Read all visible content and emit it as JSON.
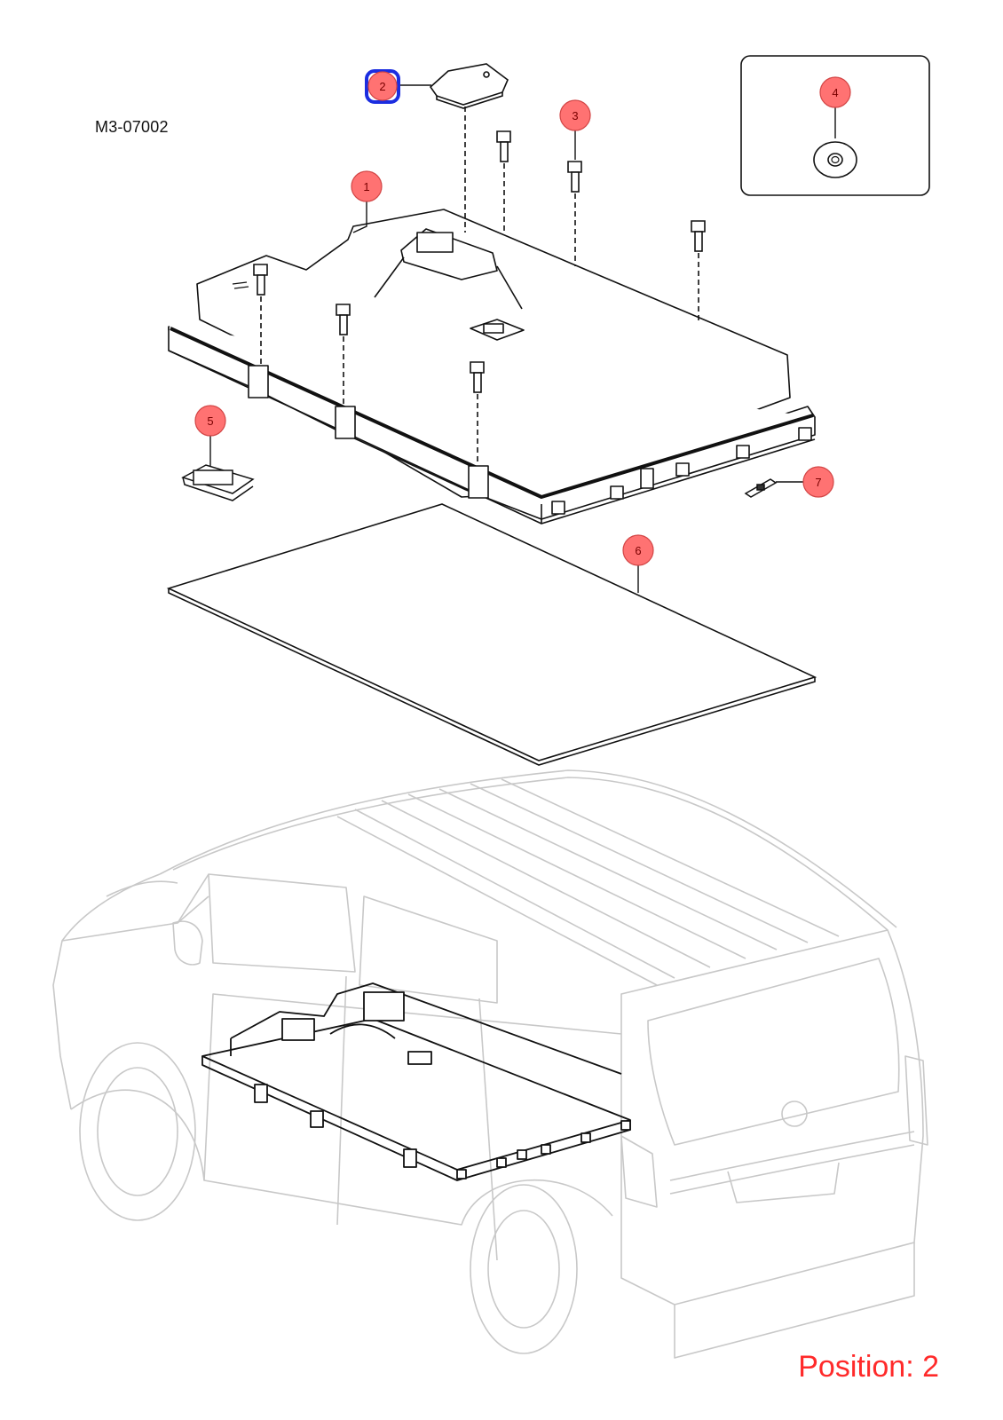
{
  "diagram": {
    "code": "M3-07002",
    "position_label": "Position: 2",
    "accent_color": "#ff6b6b",
    "highlight_color": "#1b2de0"
  },
  "callouts": [
    {
      "label": "1"
    },
    {
      "label": "2",
      "selected": true
    },
    {
      "label": "3"
    },
    {
      "label": "4"
    },
    {
      "label": "5"
    },
    {
      "label": "6"
    },
    {
      "label": "7"
    }
  ]
}
